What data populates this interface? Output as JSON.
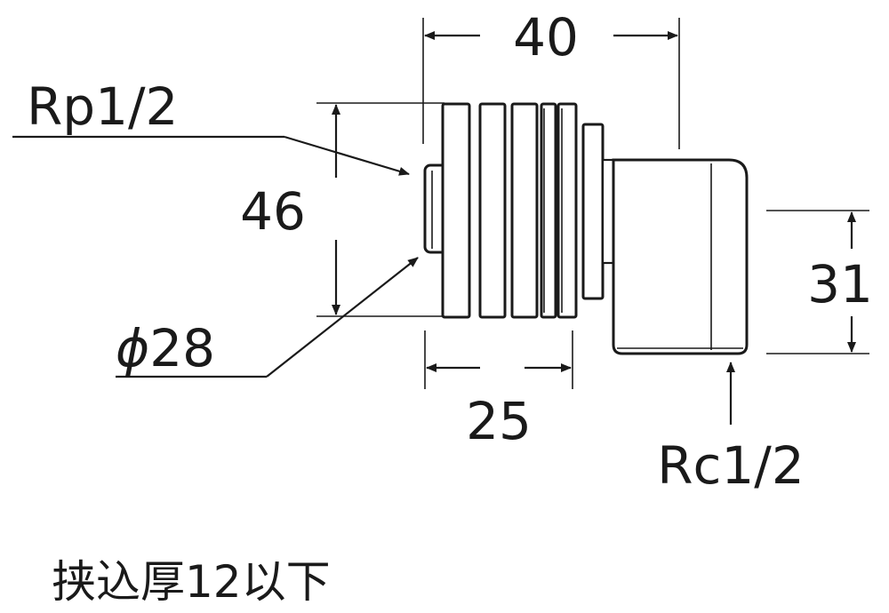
{
  "dimensions": {
    "overall_length": "40",
    "outer_height": "46",
    "body_length": "25",
    "outlet_height": "31"
  },
  "threads": {
    "inlet": "Rp1/2",
    "outlet": "Rc1/2"
  },
  "diameter": {
    "symbol": "ϕ",
    "value": "28"
  },
  "note": "挟込厚12以下"
}
